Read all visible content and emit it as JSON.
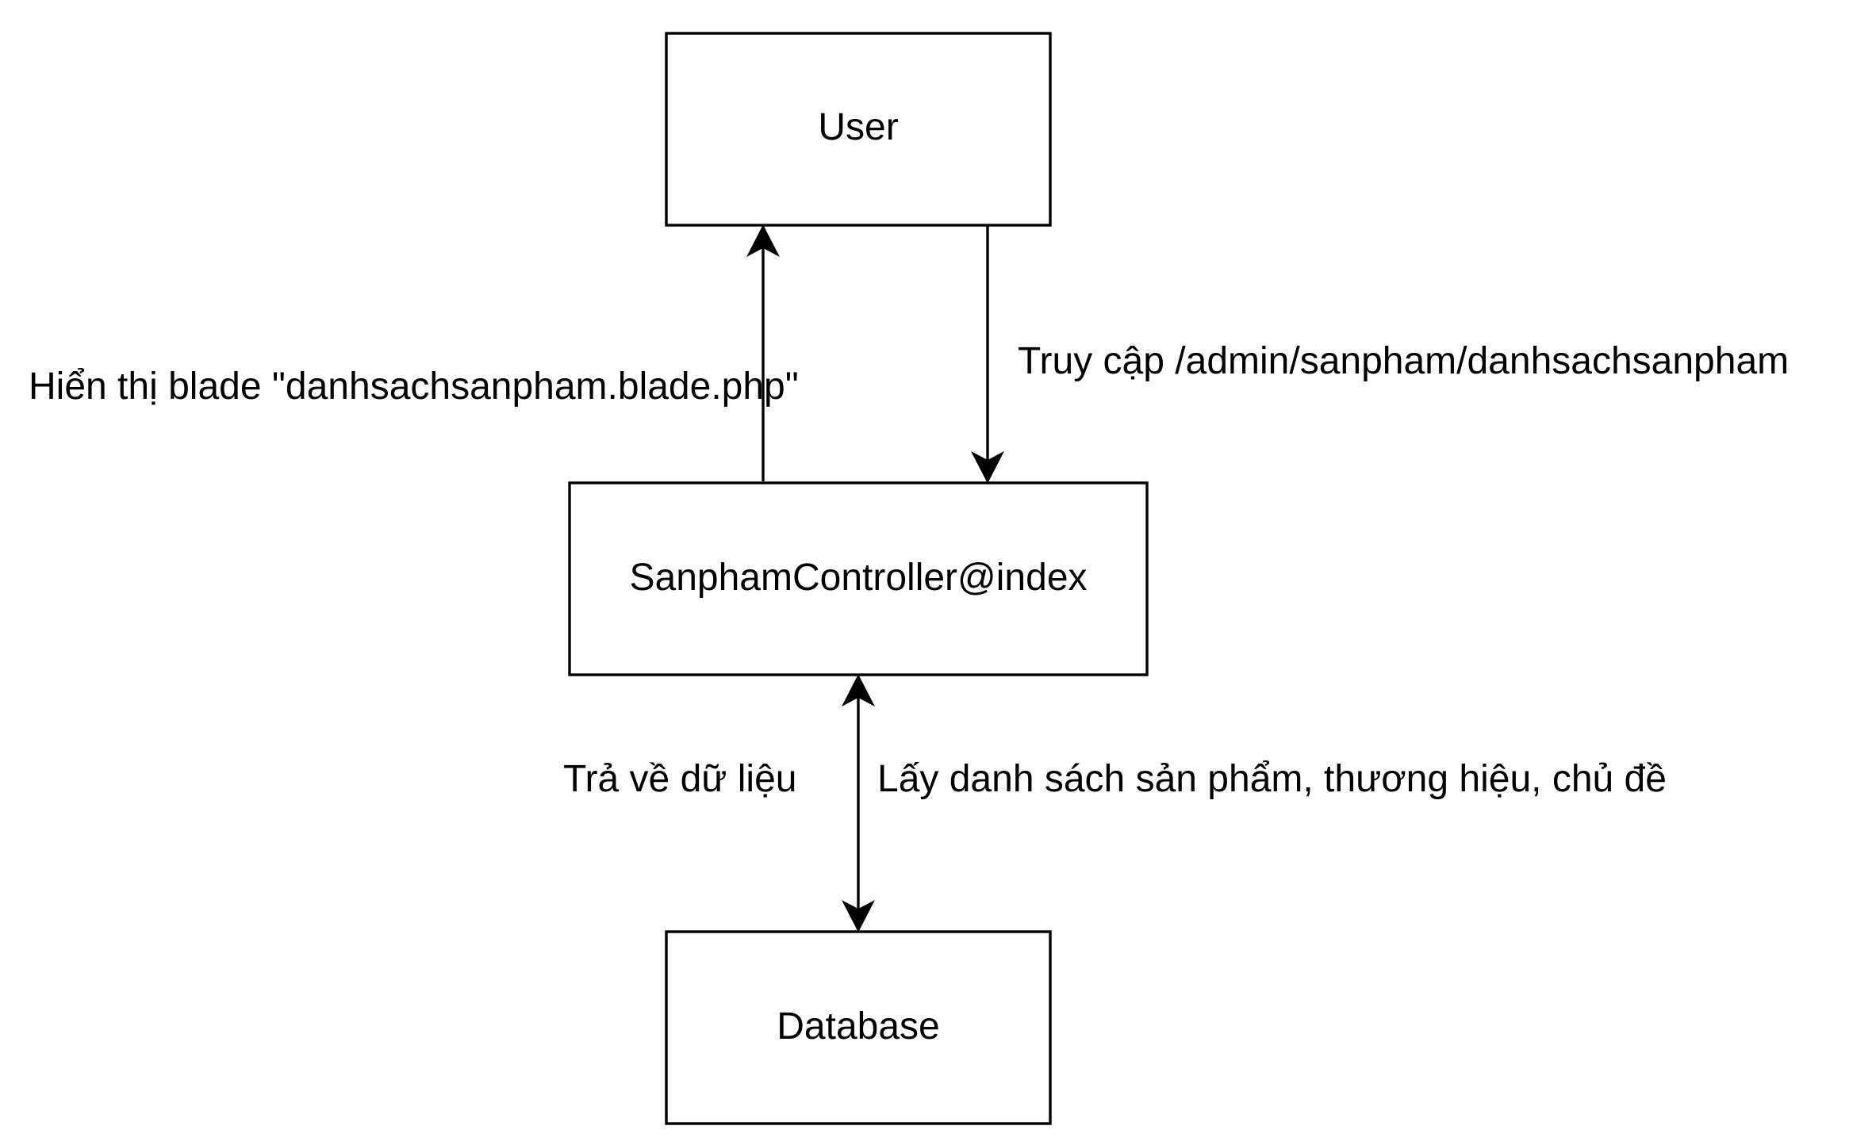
{
  "nodes": {
    "user": {
      "label": "User"
    },
    "controller": {
      "label": "SanphamController@index"
    },
    "database": {
      "label": "Database"
    }
  },
  "edges": {
    "render_view": {
      "label": "Hiển thị blade \"danhsachsanpham.blade.php\""
    },
    "access_route": {
      "label": "Truy cập /admin/sanpham/danhsachsanpham"
    },
    "return_data": {
      "label": "Trả về dữ liệu"
    },
    "fetch_data": {
      "label": "Lấy danh sách sản phẩm, thương hiệu, chủ đề"
    }
  },
  "colors": {
    "stroke": "#000000",
    "fill": "#ffffff",
    "text": "#000000"
  }
}
